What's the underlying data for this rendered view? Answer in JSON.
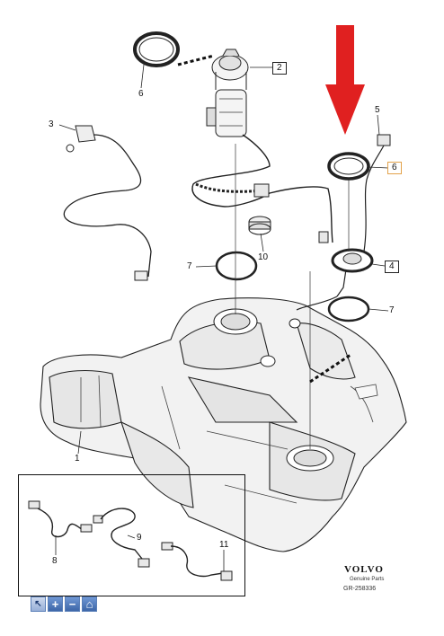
{
  "callouts": {
    "c1": "1",
    "c2": "2",
    "c3": "3",
    "c4": "4",
    "c5": "5",
    "c6": "6",
    "c6b": "6",
    "c7a": "7",
    "c7b": "7",
    "c8": "8",
    "c9": "9",
    "c10": "10",
    "c11": "11"
  },
  "brand": {
    "name": "VOLVO",
    "sub": "Genuine Parts",
    "code": "GR-258336"
  },
  "toolbar": {
    "pointer_glyph": "↖",
    "zoom_in_glyph": "+",
    "zoom_out_glyph": "−",
    "home_glyph": "⌂"
  },
  "colors": {
    "arrow": "#e02020",
    "line": "#222222",
    "highlight_box": "#e3a24a",
    "toolbar": "#4a74b8"
  }
}
